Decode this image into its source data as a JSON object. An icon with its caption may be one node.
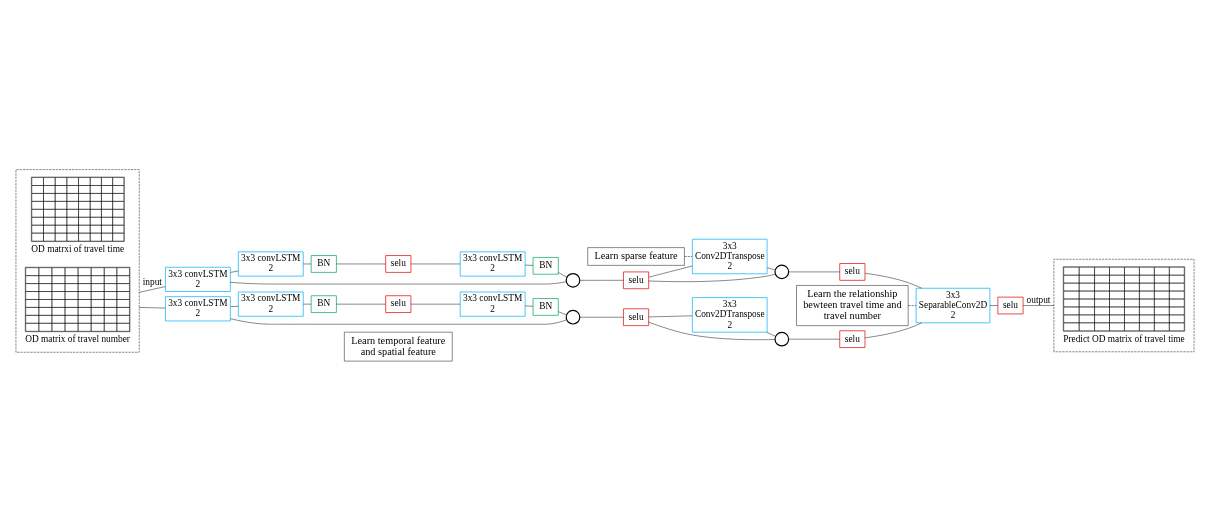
{
  "diagram": {
    "nodes": [
      {
        "text": [
          "Learn temporal feature and spatial feature"
        ]
      },
      {
        "text": [
          "Learn sparse feature"
        ]
      },
      {
        "text": [
          "Learn the relationship bewteen travel time and travel number"
        ]
      },
      {
        "text": [],
        "shape": "box"
      },
      {
        "text": [],
        "shape": "grid",
        "in": 3,
        "beside": [
          "OD matrxi of travel time"
        ]
      },
      {
        "text": [],
        "shape": "grid",
        "in": 3,
        "beside": [
          "OD matrix of travel number"
        ]
      },
      {
        "text": [
          "3x3 convLSTM 2"
        ]
      },
      {
        "text": [
          "3x3 convLSTM 2"
        ]
      },
      {
        "text": [
          "BN"
        ]
      },
      {
        "text": [
          "selu"
        ]
      },
      {
        "text": [
          "3x3 convLSTM 2"
        ]
      },
      {
        "text": [
          "BN"
        ]
      },
      {
        "text": [],
        "shape": "circle"
      },
      {
        "text": [
          "selu"
        ]
      },
      {
        "text": [
          "3x3 Conv2DTranspose 2"
        ]
      },
      {
        "text": [],
        "shape": "circle"
      },
      {
        "text": [
          "selu"
        ]
      },
      {
        "text": [
          "3x3 convLSTM 2"
        ]
      },
      {
        "text": [
          "3x3 convLSTM 2"
        ]
      },
      {
        "text": [
          "BN"
        ]
      },
      {
        "text": [
          "selu"
        ]
      },
      {
        "text": [
          "3x3 convLSTM 2"
        ]
      },
      {
        "text": [
          "BN"
        ]
      },
      {
        "text": [],
        "shape": "circle"
      },
      {
        "text": [
          "selu"
        ]
      },
      {
        "text": [
          "3x3 Conv2DTranspose 2"
        ]
      },
      {
        "text": [],
        "shape": "circle"
      },
      {
        "text": [
          "selu"
        ]
      },
      {
        "text": [
          "3x3 SeparableConv2D 2"
        ]
      },
      {
        "text": [
          "selu"
        ]
      },
      {
        "text": [],
        "shape": "box"
      },
      {
        "text": [],
        "shape": "grid",
        "in": 30,
        "beside": [
          "Predict OD matrix of travel time"
        ]
      }
    ],
    "edges": [
      {
        "from": 3,
        "to": 6,
        "arrow": "none",
        "label": "input"
      },
      {
        "from": 3,
        "to": 17,
        "arrow": "none"
      },
      {
        "from": 6,
        "to": 7,
        "arrow": "none"
      },
      {
        "from": 7,
        "to": 8,
        "arrow": "none"
      },
      {
        "from": 8,
        "to": 9,
        "arrow": "none"
      },
      {
        "from": 9,
        "to": 10,
        "arrow": "none"
      },
      {
        "from": 10,
        "to": 11,
        "arrow": "none"
      },
      {
        "from": 11,
        "to": 12,
        "arrow": "none"
      },
      {
        "from": 6,
        "to": 12,
        "arrow": "none"
      },
      {
        "from": 12,
        "to": 13,
        "arrow": "none"
      },
      {
        "from": 13,
        "to": 14,
        "arrow": "none"
      },
      {
        "from": 14,
        "to": 15,
        "arrow": "none"
      },
      {
        "from": 13,
        "to": 15,
        "arrow": "none"
      },
      {
        "from": 15,
        "to": 16,
        "arrow": "none"
      },
      {
        "from": 17,
        "to": 18,
        "arrow": "none"
      },
      {
        "from": 18,
        "to": 19,
        "arrow": "none"
      },
      {
        "from": 19,
        "to": 20,
        "arrow": "none"
      },
      {
        "from": 20,
        "to": 21,
        "arrow": "none"
      },
      {
        "from": 21,
        "to": 22,
        "arrow": "none"
      },
      {
        "from": 22,
        "to": 23,
        "arrow": "none"
      },
      {
        "from": 17,
        "to": 23,
        "arrow": "none"
      },
      {
        "from": 23,
        "to": 24,
        "arrow": "none"
      },
      {
        "from": 24,
        "to": 25,
        "arrow": "none"
      },
      {
        "from": 25,
        "to": 26,
        "arrow": "none"
      },
      {
        "from": 24,
        "to": 26,
        "arrow": "none"
      },
      {
        "from": 26,
        "to": 27,
        "arrow": "none"
      },
      {
        "from": 16,
        "to": 28,
        "arrow": "none"
      },
      {
        "from": 27,
        "to": 28,
        "arrow": "none"
      },
      {
        "from": 28,
        "to": 29,
        "arrow": "none"
      },
      {
        "from": 29,
        "to": 30,
        "arrow": "none",
        "label": "output"
      },
      {
        "from": 1,
        "to": 14,
        "arrow": "none",
        "style": "dashed"
      },
      {
        "from": 2,
        "to": 28,
        "arrow": "none",
        "style": "dashed"
      }
    ]
  }
}
